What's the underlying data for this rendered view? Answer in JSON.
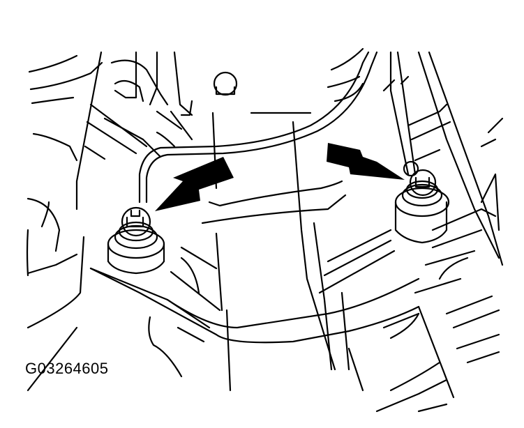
{
  "figure": {
    "id_label": "G03264605",
    "type": "mechanical line drawing",
    "background": "#ffffff",
    "line_color": "#000000",
    "callouts": [
      {
        "name": "left-bolt-arrow",
        "target": "left mounting bolt"
      },
      {
        "name": "right-bolt-arrow",
        "target": "right mounting bolt"
      }
    ]
  }
}
